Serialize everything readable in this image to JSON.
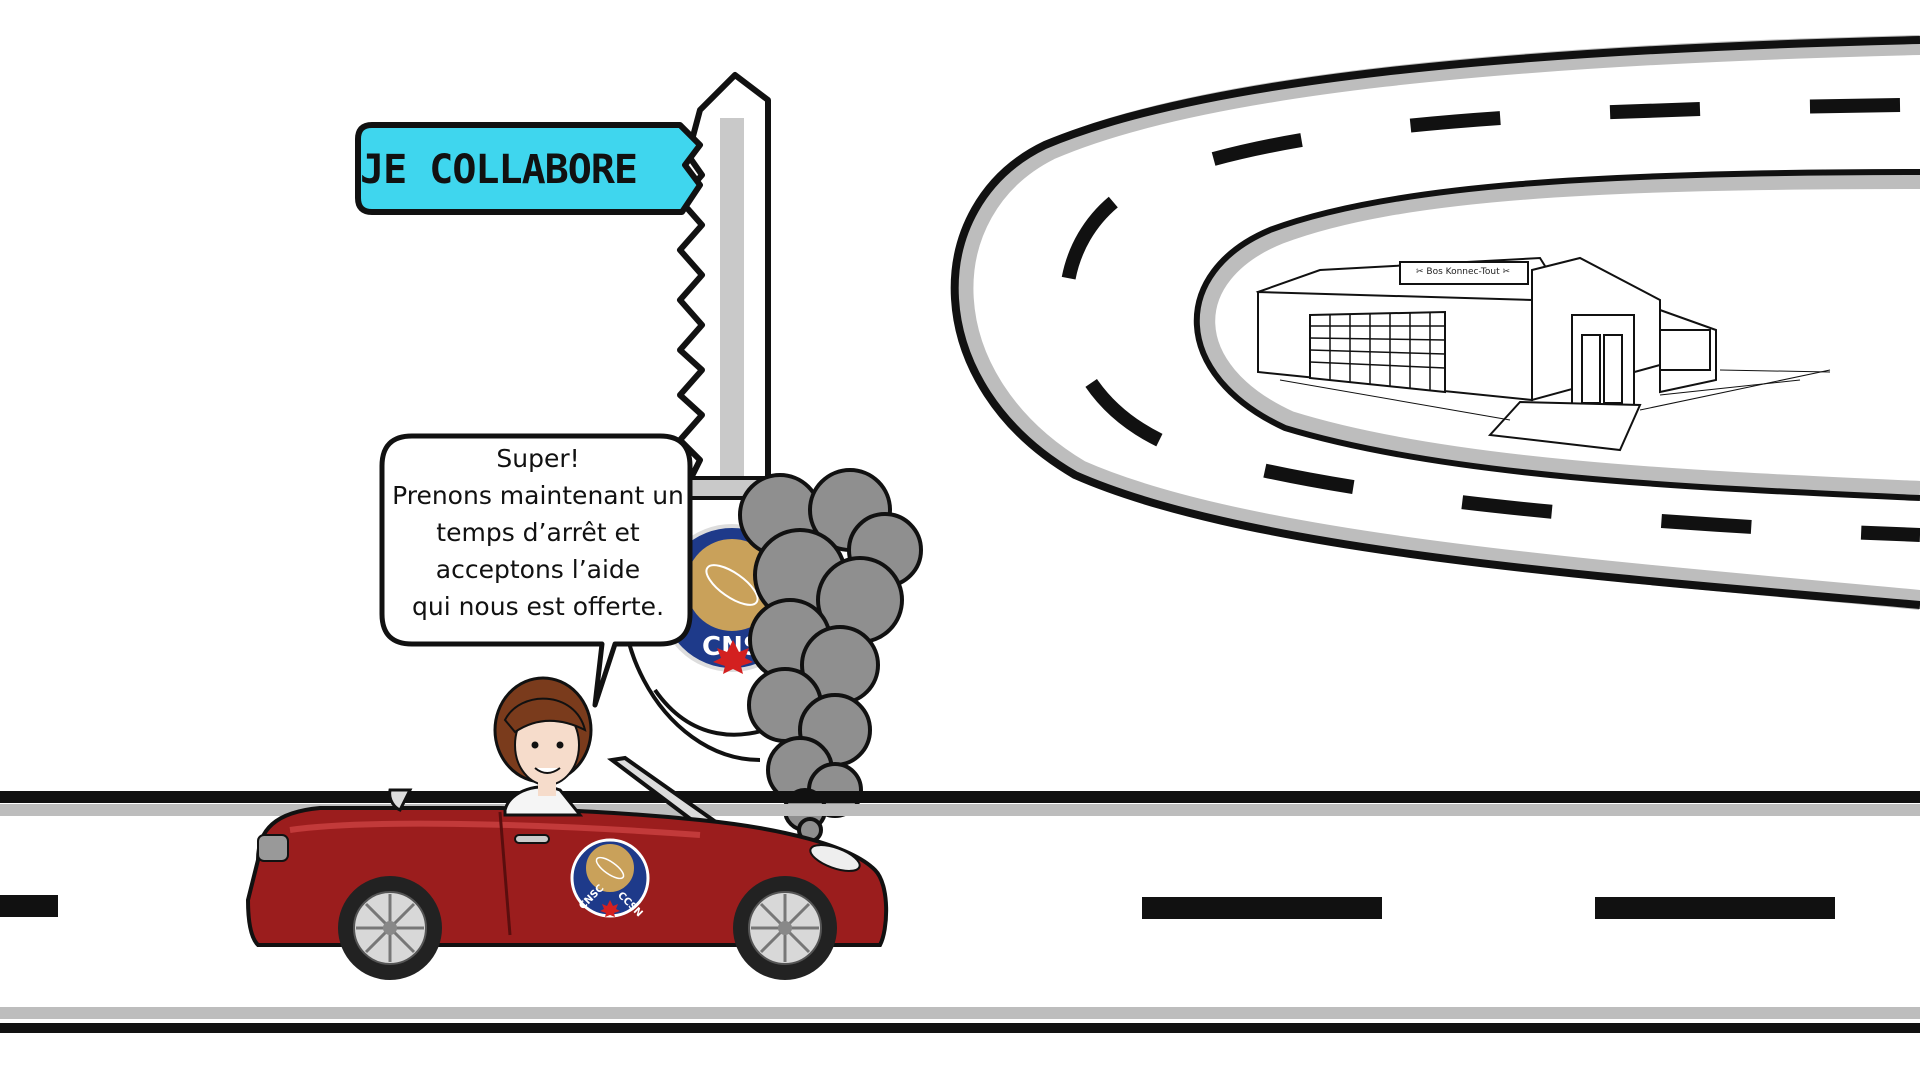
{
  "sign": {
    "label": "JE COLLABORE"
  },
  "speech_bubble": {
    "lines": [
      "Super!",
      "Prenons maintenant un",
      "temps d’arrêt et",
      "acceptons l’aide",
      "qui nous est offerte."
    ]
  },
  "store": {
    "sign_label": "Bos Konnec-Tout"
  },
  "car_badge": {
    "left_text": "CNSC",
    "right_text": "CCSN"
  },
  "post_badge": {
    "text": "CNSC"
  },
  "colors": {
    "sign_fill": "#3fd6ee",
    "car_body": "#9b1d1d",
    "smoke": "#8f8f8f",
    "road_shadow": "#bdbdbd",
    "badge_blue": "#1e3a8a",
    "badge_gold": "#c9a15a",
    "hair": "#7a3b1c"
  },
  "icons": {
    "maple_leaf": "maple-leaf-icon",
    "atom": "atom-icon",
    "tools": "tools-icon"
  }
}
